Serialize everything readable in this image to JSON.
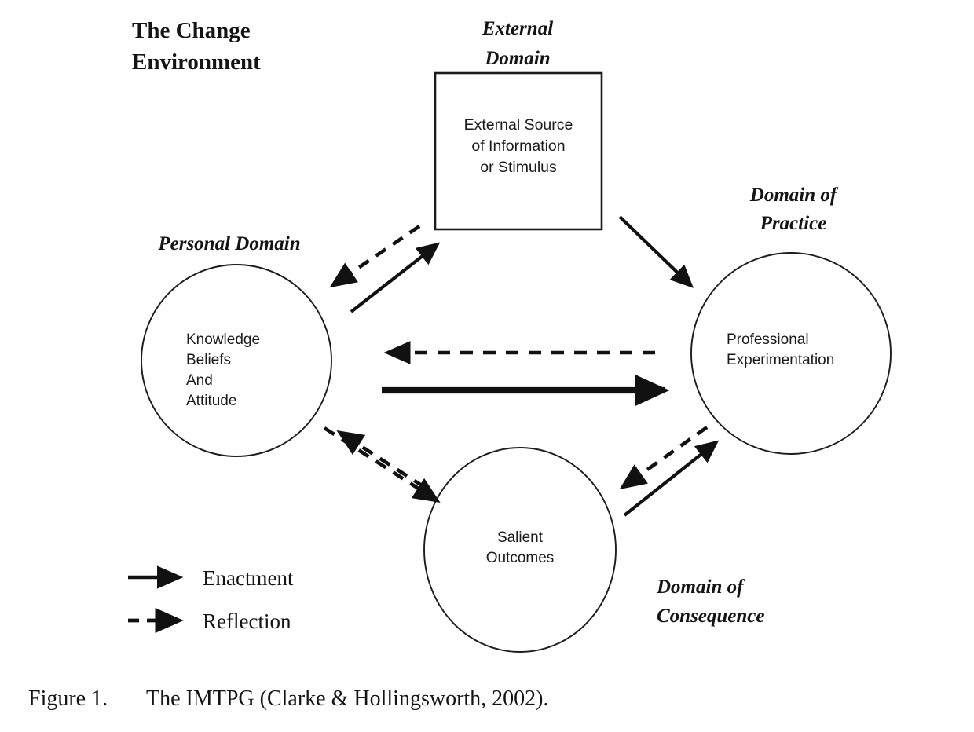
{
  "figure": {
    "title": "The Change Environment",
    "title_lines": [
      "The Change",
      "Environment"
    ],
    "caption": "Figure 1.   The IMTPG (Clarke & Hollingsworth, 2002).",
    "caption_label": "Figure 1.",
    "caption_text": "The IMTPG (Clarke & Hollingsworth, 2002)."
  },
  "colors": {
    "ink": "#141414",
    "stroke": "#1c1c1c",
    "background": "#ffffff"
  },
  "nodes": {
    "external_domain": {
      "domain_label_lines": [
        "External",
        "Domain"
      ],
      "domain_label": "External Domain",
      "body_lines": [
        "External Source",
        "of Information",
        "or Stimulus"
      ],
      "shape": "rectangle"
    },
    "personal_domain": {
      "domain_label_lines": [
        "Personal Domain"
      ],
      "domain_label": "Personal Domain",
      "body_lines": [
        "Knowledge",
        "Beliefs",
        "And",
        "Attitude"
      ],
      "shape": "circle"
    },
    "domain_of_practice": {
      "domain_label_lines": [
        "Domain of",
        "Practice"
      ],
      "domain_label": "Domain of Practice",
      "body_lines": [
        "Professional",
        "Experimentation"
      ],
      "shape": "circle"
    },
    "domain_of_consequence": {
      "domain_label_lines": [
        "Domain of",
        "Consequence"
      ],
      "domain_label": "Domain of Consequence",
      "body_lines": [
        "Salient",
        "Outcomes"
      ],
      "shape": "circle"
    }
  },
  "legend": {
    "items": [
      {
        "label": "Enactment",
        "style": "solid"
      },
      {
        "label": "Reflection",
        "style": "dashed"
      }
    ]
  },
  "chart_data": {
    "type": "diagram",
    "title": "The Change Environment",
    "subtitle": "The IMTPG (Clarke & Hollingsworth, 2002).",
    "node_list": [
      "External Domain - External Source of Information or Stimulus",
      "Personal Domain - Knowledge Beliefs And Attitude",
      "Domain of Practice - Professional Experimentation",
      "Domain of Consequence - Salient Outcomes"
    ],
    "edges": [
      {
        "from": "External Domain",
        "to": "Personal Domain",
        "style": "dashed",
        "type": "Reflection"
      },
      {
        "from": "Personal Domain",
        "to": "External Domain",
        "style": "solid",
        "type": "Enactment"
      },
      {
        "from": "External Domain",
        "to": "Domain of Practice",
        "style": "solid",
        "type": "Enactment"
      },
      {
        "from": "Domain of Practice",
        "to": "Personal Domain",
        "style": "dashed",
        "type": "Reflection"
      },
      {
        "from": "Personal Domain",
        "to": "Domain of Practice",
        "style": "solid",
        "type": "Enactment"
      },
      {
        "from": "Domain of Consequence",
        "to": "Personal Domain",
        "style": "dashed",
        "type": "Reflection"
      },
      {
        "from": "Personal Domain",
        "to": "Domain of Consequence",
        "style": "dashed",
        "type": "Reflection"
      },
      {
        "from": "Domain of Practice",
        "to": "Domain of Consequence",
        "style": "dashed",
        "type": "Reflection"
      },
      {
        "from": "Domain of Consequence",
        "to": "Domain of Practice",
        "style": "solid",
        "type": "Enactment"
      }
    ],
    "legend": [
      "Enactment",
      "Reflection"
    ]
  }
}
